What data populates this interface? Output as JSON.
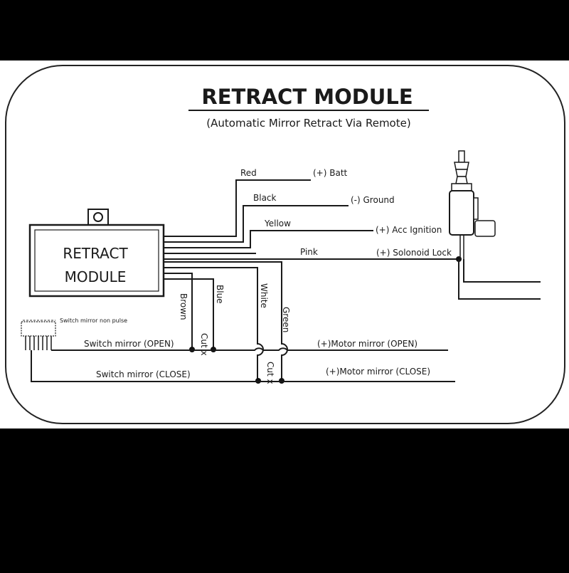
{
  "title": "RETRACT MODULE",
  "subtitle": "(Automatic Mirror Retract Via Remote)",
  "module_label_line1": "RETRACT",
  "module_label_line2": "MODULE",
  "switch_label": "Switch mirror non pulse",
  "wires": {
    "red": "Red",
    "black": "Black",
    "yellow": "Yellow",
    "pink": "Pink",
    "brown": "Brown",
    "blue": "Blue",
    "white": "White",
    "green": "Green"
  },
  "terminals": {
    "batt": "(+) Batt",
    "ground": "(-) Ground",
    "acc": "(+) Acc Ignition",
    "solenoid": "(+) Solonoid Lock",
    "switch_open": "Switch mirror (OPEN)",
    "switch_close": "Switch mirror (CLOSE)",
    "motor_open": "(+)Motor mirror (OPEN)",
    "motor_close": "(+)Motor mirror (CLOSE)"
  },
  "cut_label": "Cut x"
}
